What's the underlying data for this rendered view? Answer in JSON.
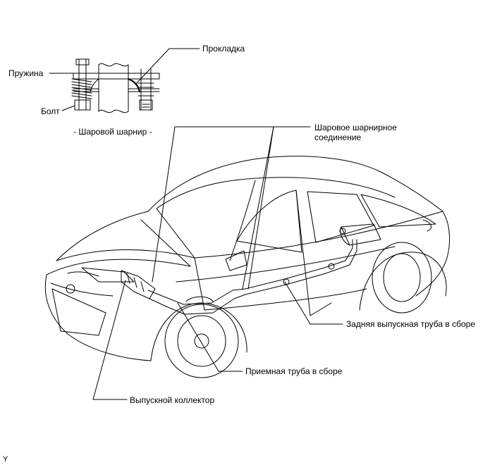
{
  "labels": {
    "spring": "Пружина",
    "bolt": "Болт",
    "gasket": "Прокладка",
    "ball_joint_detail_title": "- Шаровой шарнир -",
    "ball_joint_connection_line1": "Шаровое шарнирное",
    "ball_joint_connection_line2": "соединение",
    "tail_pipe": "Задняя выпускная труба в сборе",
    "front_pipe": "Приемная труба в сборе",
    "exhaust_manifold": "Выпускной коллектор",
    "figure_code": "Y"
  },
  "colors": {
    "line": "#000000",
    "background": "#ffffff"
  }
}
